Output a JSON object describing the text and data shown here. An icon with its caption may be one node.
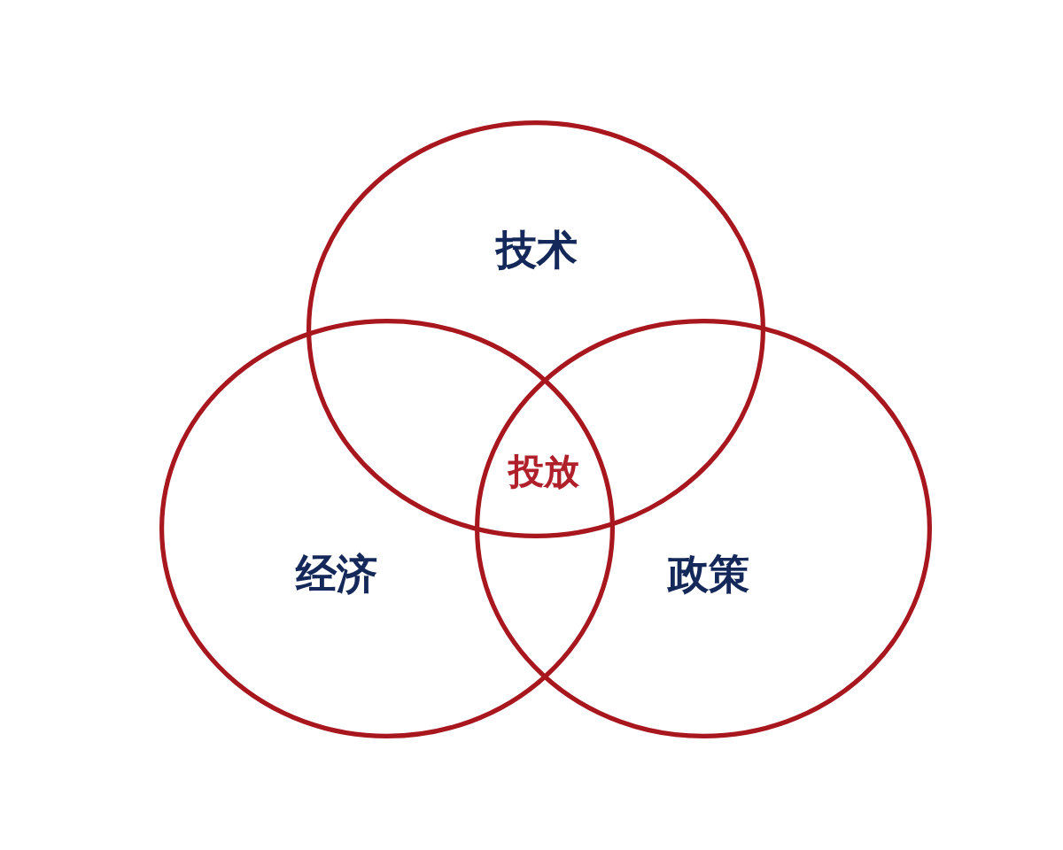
{
  "diagram": {
    "nodes": [
      {
        "text": [
          "技术"
        ]
      },
      {
        "text": [
          "经济"
        ]
      },
      {
        "text": [
          "政策"
        ]
      }
    ],
    "labels": [
      "投放"
    ]
  }
}
